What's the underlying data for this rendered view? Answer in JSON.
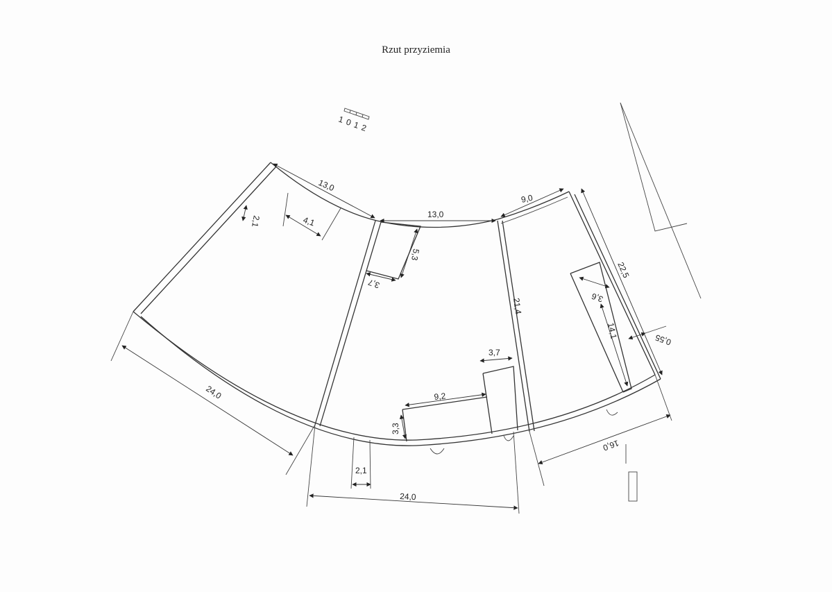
{
  "title": "Rzut przyziemia",
  "scale_bar": {
    "ticks": [
      "1",
      "0",
      "1",
      "2"
    ]
  },
  "dimensions": {
    "top_left_arc": "13,0",
    "top_middle_arc": "13,0",
    "top_right_arc": "9,0",
    "left_small_vertical": "2,1",
    "left_inner_width": "4,1",
    "middle_room_height": "5,3",
    "middle_room_width": "3,7",
    "right_room_width": "3,6",
    "right_room_height": "14,1",
    "right_outer_side": "22,5",
    "right_wall_thickness": "0,55",
    "middle_partition_length": "21,4",
    "bottom_small_room_width": "3,7",
    "bottom_room_width": "9,2",
    "bottom_room_height": "3,3",
    "left_outer_side": "24,0",
    "bottom_total": "24,0",
    "bottom_small": "2,1",
    "bottom_right": "16,0"
  }
}
